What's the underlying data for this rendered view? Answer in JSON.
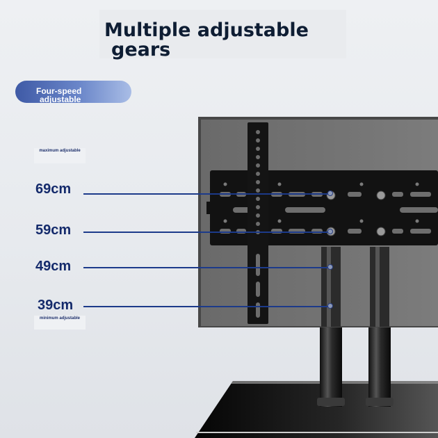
{
  "header": {
    "title_line1": "Multiple adjustable",
    "title_line2": "gears"
  },
  "badge": {
    "line1": "Four-speed",
    "line2": "adjustable"
  },
  "notes": {
    "maximum": "maximum adjustable",
    "minimum": "minimum adjustable"
  },
  "heights": [
    {
      "label": "69cm"
    },
    {
      "label": "59cm"
    },
    {
      "label": "49cm"
    },
    {
      "label": "39cm"
    }
  ],
  "colors": {
    "accent": "#1c3a8a",
    "label_text": "#142a6b",
    "title_text": "#0e1d33",
    "badge_start": "#3f5aa6",
    "badge_end": "#a9bde6",
    "tv_panel": "#6e6e6e",
    "bracket": "#161616"
  }
}
